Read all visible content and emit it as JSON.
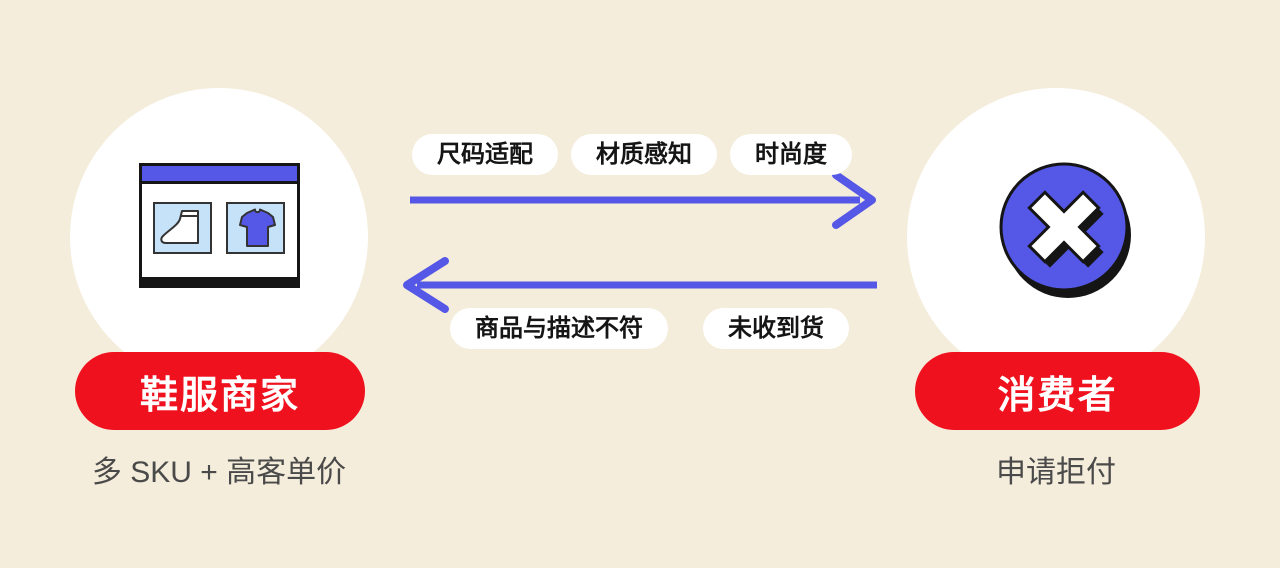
{
  "palette": {
    "background": "#f5eddb",
    "accent_blue": "#5557e6",
    "brand_red": "#f0111e",
    "light_blue": "#c6e2f8",
    "outline_black": "#151515",
    "caption_gray": "#4a4a4a",
    "pill_bg": "#ffffff"
  },
  "left_entity": {
    "label": "鞋服商家",
    "caption": "多 SKU + 高客单价",
    "icon": "storefront-apparel-illustration"
  },
  "right_entity": {
    "label": "消费者",
    "caption": "申请拒付",
    "icon": "chargeback-x-badge"
  },
  "forward_flow": {
    "direction": "left-to-right",
    "tags": [
      "尺码适配",
      "材质感知",
      "时尚度"
    ]
  },
  "reverse_flow": {
    "direction": "right-to-left",
    "tags": [
      "商品与描述不符",
      "未收到货"
    ]
  }
}
